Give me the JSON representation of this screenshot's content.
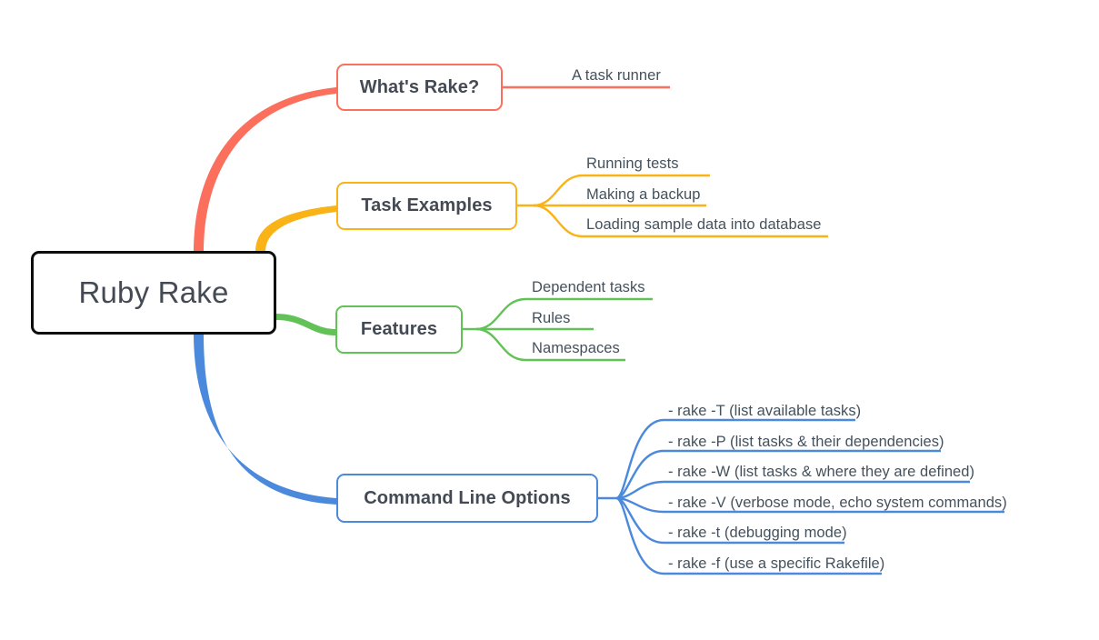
{
  "diagram": {
    "type": "mindmap",
    "title": "Ruby Rake",
    "root": {
      "label": "Ruby Rake",
      "border_color": "#0d0d0d",
      "text_color": "#434a54"
    },
    "branches": [
      {
        "id": "whats-rake",
        "label": "What's Rake?",
        "color": "#fb6f5c",
        "leaves": [
          {
            "label": "A task runner"
          }
        ]
      },
      {
        "id": "task-examples",
        "label": "Task Examples",
        "color": "#f9b316",
        "leaves": [
          {
            "label": "Running tests"
          },
          {
            "label": "Making a backup"
          },
          {
            "label": "Loading sample data into database"
          }
        ]
      },
      {
        "id": "features",
        "label": "Features",
        "color": "#63c257",
        "leaves": [
          {
            "label": "Dependent tasks"
          },
          {
            "label": "Rules"
          },
          {
            "label": "Namespaces"
          }
        ]
      },
      {
        "id": "command-line-options",
        "label": "Command Line Options",
        "color": "#4a89dc",
        "leaves": [
          {
            "label": "- rake -T (list available tasks)"
          },
          {
            "label": "- rake -P (list tasks & their dependencies)"
          },
          {
            "label": "- rake -W (list tasks & where they are defined)"
          },
          {
            "label": "- rake -V (verbose mode, echo system commands)"
          },
          {
            "label": "- rake -t (debugging mode)"
          },
          {
            "label": "- rake -f (use a specific Rakefile)"
          }
        ]
      }
    ]
  }
}
